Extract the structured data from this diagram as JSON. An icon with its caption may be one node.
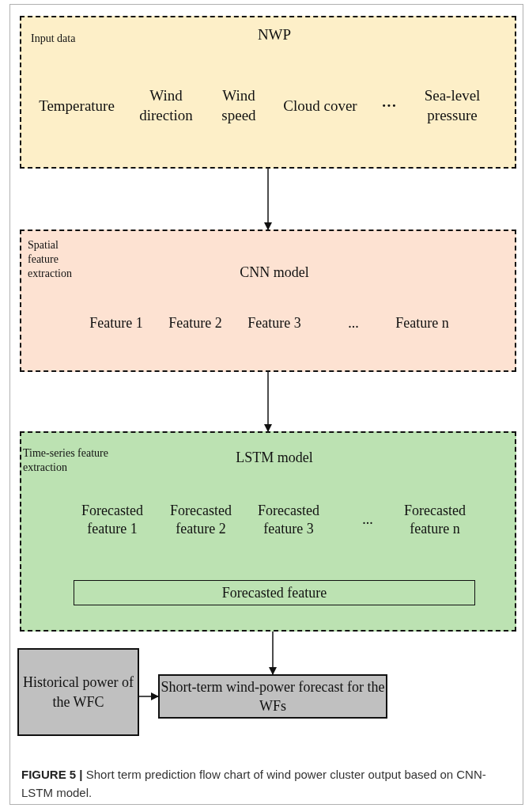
{
  "diagram": {
    "nodes": [
      {
        "text": [
          "Input data",
          "NWP",
          "Temperature",
          "Wind direction",
          "Wind speed",
          "Cloud cover",
          "···",
          "Sea-level pressure"
        ]
      },
      {
        "text": [
          "Spatial feature extraction",
          "CNN model",
          "Feature 1",
          "Feature 2",
          "Feature 3",
          "...",
          "Feature n"
        ]
      },
      {
        "text": [
          "Time-series feature extraction",
          "LSTM model",
          "Forecasted feature 1",
          "Forecasted feature 2",
          "Forecasted feature 3",
          "...",
          "Forecasted feature n"
        ]
      },
      {
        "text": [
          "Forecasted feature"
        ],
        "in": 2
      },
      {
        "text": [
          "Historical power of the WFC"
        ]
      },
      {
        "text": [
          "Short-term wind-power forecast for the WFs"
        ]
      }
    ],
    "edges": [
      {
        "from": 0,
        "to": 1,
        "arrow": "to"
      },
      {
        "from": 1,
        "to": 2,
        "arrow": "to"
      },
      {
        "from": 2,
        "to": 5,
        "arrow": "to"
      },
      {
        "from": 4,
        "to": 5,
        "arrow": "to"
      }
    ],
    "caption": "**FIGURE 5 |** Short term prediction flow chart of wind power cluster output based on CNN-LSTM model."
  }
}
